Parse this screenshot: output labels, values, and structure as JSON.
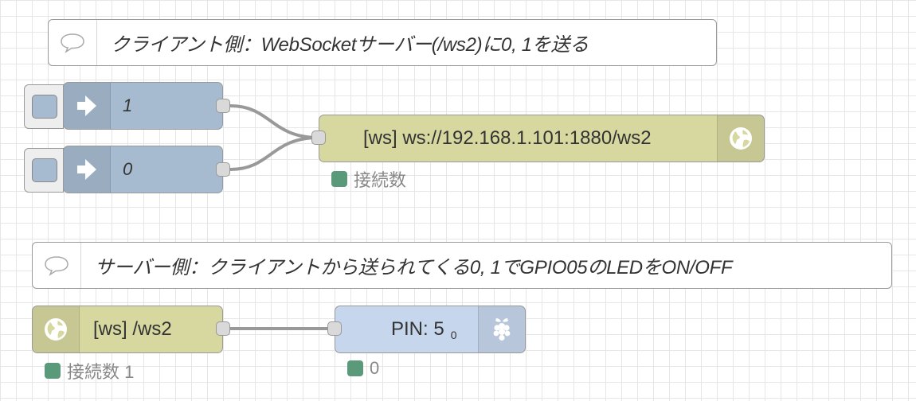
{
  "comments": {
    "client": "クライアント側：WebSocketサーバー(/ws2)に0, 1を送る",
    "server": "サーバー側：クライアントから送られてくる0, 1でGPIO05のLEDをON/OFF"
  },
  "inject_nodes": [
    {
      "label": "1"
    },
    {
      "label": "0"
    }
  ],
  "ws_out": {
    "label": "[ws] ws://192.168.1.101:1880/ws2",
    "status": "接続数"
  },
  "ws_in": {
    "label": "[ws] /ws2",
    "status": "接続数 1"
  },
  "gpio_out": {
    "label": "PIN: 5",
    "sub": "0",
    "status": "0"
  },
  "icons": {
    "comment": "speech-bubble-icon",
    "inject": "arrow-in-icon",
    "websocket": "globe-icon",
    "gpio": "raspberry-pi-icon"
  },
  "colors": {
    "inject": "#a6bbcf",
    "websocket": "#d7d7a0",
    "gpio": "#c6d6ec",
    "status_dot": "#5a9a7a",
    "wire": "#999999"
  }
}
